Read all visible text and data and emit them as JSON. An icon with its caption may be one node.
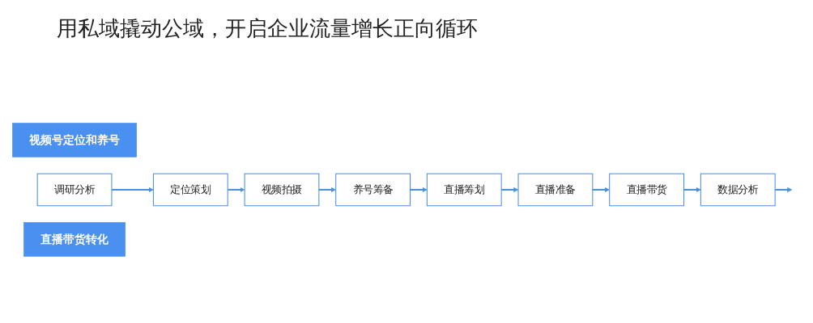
{
  "diagram": {
    "title": "用私域撬动公域，开启企业流量增长正向循环",
    "nodes": [
      {
        "text": [
          "视频号定位和养号"
        ]
      },
      {
        "text": [
          "调研分析"
        ]
      },
      {
        "text": [
          "定位策划"
        ]
      },
      {
        "text": [
          "视频拍摄"
        ]
      },
      {
        "text": [
          "养号筹备"
        ]
      },
      {
        "text": [
          "直播带货转化"
        ]
      },
      {
        "text": [
          "数据分析"
        ]
      },
      {
        "text": [
          "直播带货"
        ]
      },
      {
        "text": [
          "直播准备"
        ]
      },
      {
        "text": [
          "直播筹划"
        ]
      }
    ],
    "edges": [
      {
        "from": 1,
        "to": 2,
        "arrow": "to"
      },
      {
        "from": 2,
        "to": 3,
        "arrow": "to"
      },
      {
        "from": 3,
        "to": 4,
        "arrow": "to"
      },
      {
        "from": 4,
        "to": 9,
        "arrow": "to"
      },
      {
        "from": 9,
        "to": 8,
        "arrow": "to"
      },
      {
        "from": 8,
        "to": 7,
        "arrow": "to"
      },
      {
        "from": 7,
        "to": 6,
        "arrow": "to"
      },
      {
        "from": 6,
        "to": null,
        "arrow": "to"
      }
    ]
  }
}
